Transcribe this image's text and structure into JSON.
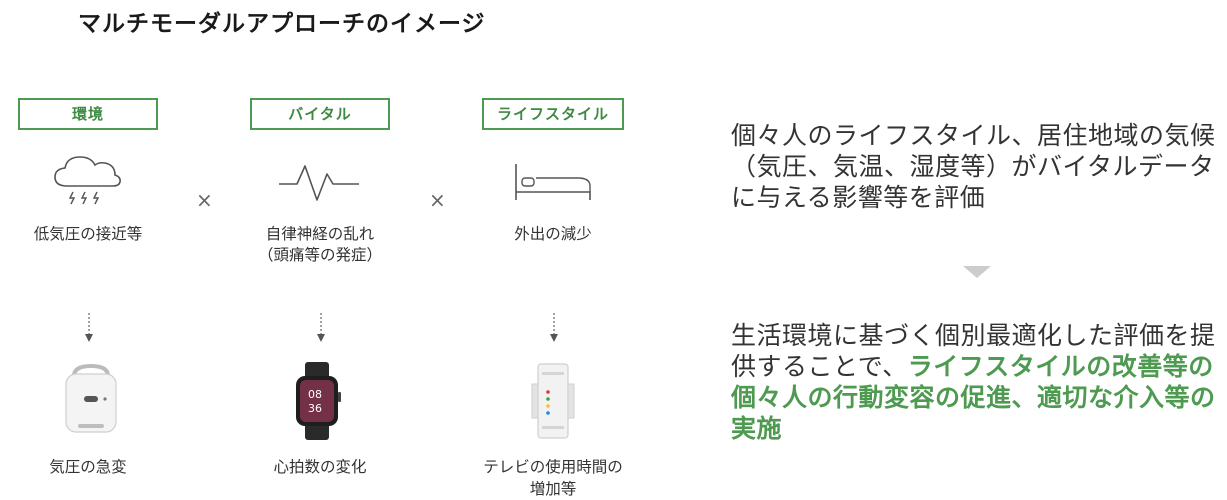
{
  "title": "マルチモーダルアプローチのイメージ",
  "columns": [
    {
      "tag": "環境",
      "cause": "低気圧の接近等",
      "result": "気圧の急変"
    },
    {
      "tag": "バイタル",
      "cause_line1": "自律神経の乱れ",
      "cause_line2": "（頭痛等の発症）",
      "result": "心拍数の変化"
    },
    {
      "tag": "ライフスタイル",
      "cause": "外出の減少",
      "result_line1": "テレビの使用時間の",
      "result_line2": "増加等"
    }
  ],
  "operator": "×",
  "right_panel": {
    "block1": "個々人のライフスタイル、居住地域の気候（気圧、気温、湿度等）がバイタルデータに与える影響等を評価",
    "block2_plain": "生活環境に基づく個別最適化した評価を提供することで、",
    "block2_highlight": "ライフスタイルの改善等の個々人の行動変容の促進、適切な介入等の実施"
  },
  "colors": {
    "accent": "#4e9a51",
    "text": "#333333",
    "icon": "#555555",
    "triangle": "#cccccc"
  }
}
